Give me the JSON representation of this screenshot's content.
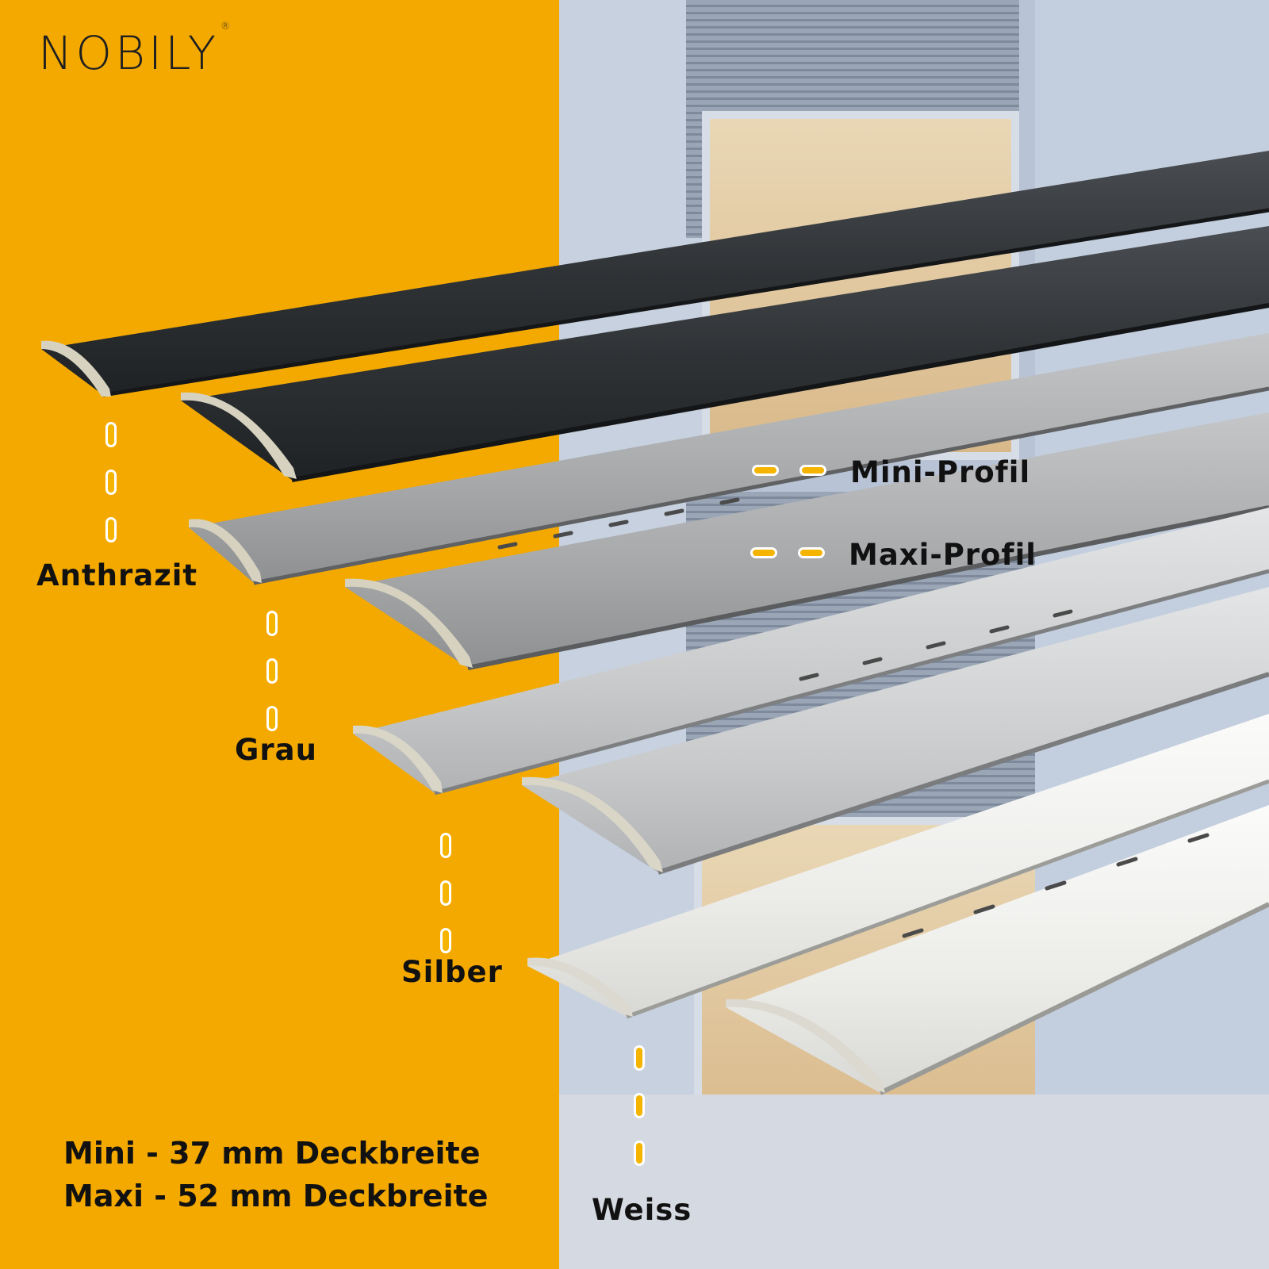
{
  "brand": {
    "name": "NOBILY",
    "mark": "®"
  },
  "legend": {
    "mini": "Mini-Profil",
    "maxi": "Maxi-Profil"
  },
  "colors_labels": {
    "anthrazit": "Anthrazit",
    "grau": "Grau",
    "silber": "Silber",
    "weiss": "Weiss"
  },
  "specs": {
    "mini": "Mini - 37 mm Deckbreite",
    "maxi": "Maxi - 52 mm Deckbreite"
  },
  "palette": {
    "background": "#f4a900",
    "anthrazit": "#2d3033",
    "grau": "#a9abad",
    "silber": "#c9cbcd",
    "weiss": "#ececea"
  }
}
